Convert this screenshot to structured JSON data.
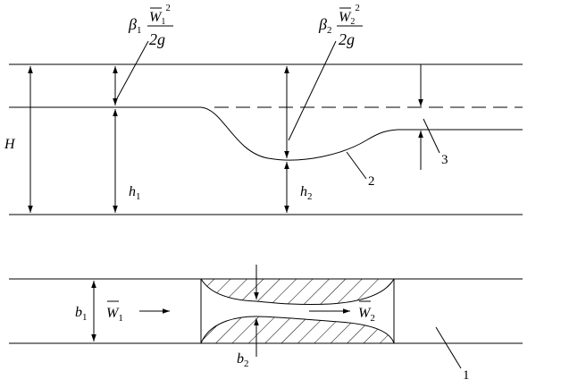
{
  "labels": {
    "H": "H",
    "h1_main": "h",
    "h1_sub": "1",
    "h2_main": "h",
    "h2_sub": "2",
    "b1_main": "b",
    "b1_sub": "1",
    "b2_main": "b",
    "b2_sub": "2",
    "beta1": "β",
    "beta1_sub": "1",
    "beta2": "β",
    "beta2_sub": "2",
    "W1_num": "W",
    "W1_sub": "1",
    "W1_exp": "2",
    "W2_num": "W",
    "W2_sub": "2",
    "W2_exp": "2",
    "denominator": "2g",
    "flow_W1": "W",
    "flow_W1_sub": "1",
    "flow_W2": "W",
    "flow_W2_sub": "2",
    "callout_1": "1",
    "callout_2": "2",
    "callout_3": "3"
  }
}
